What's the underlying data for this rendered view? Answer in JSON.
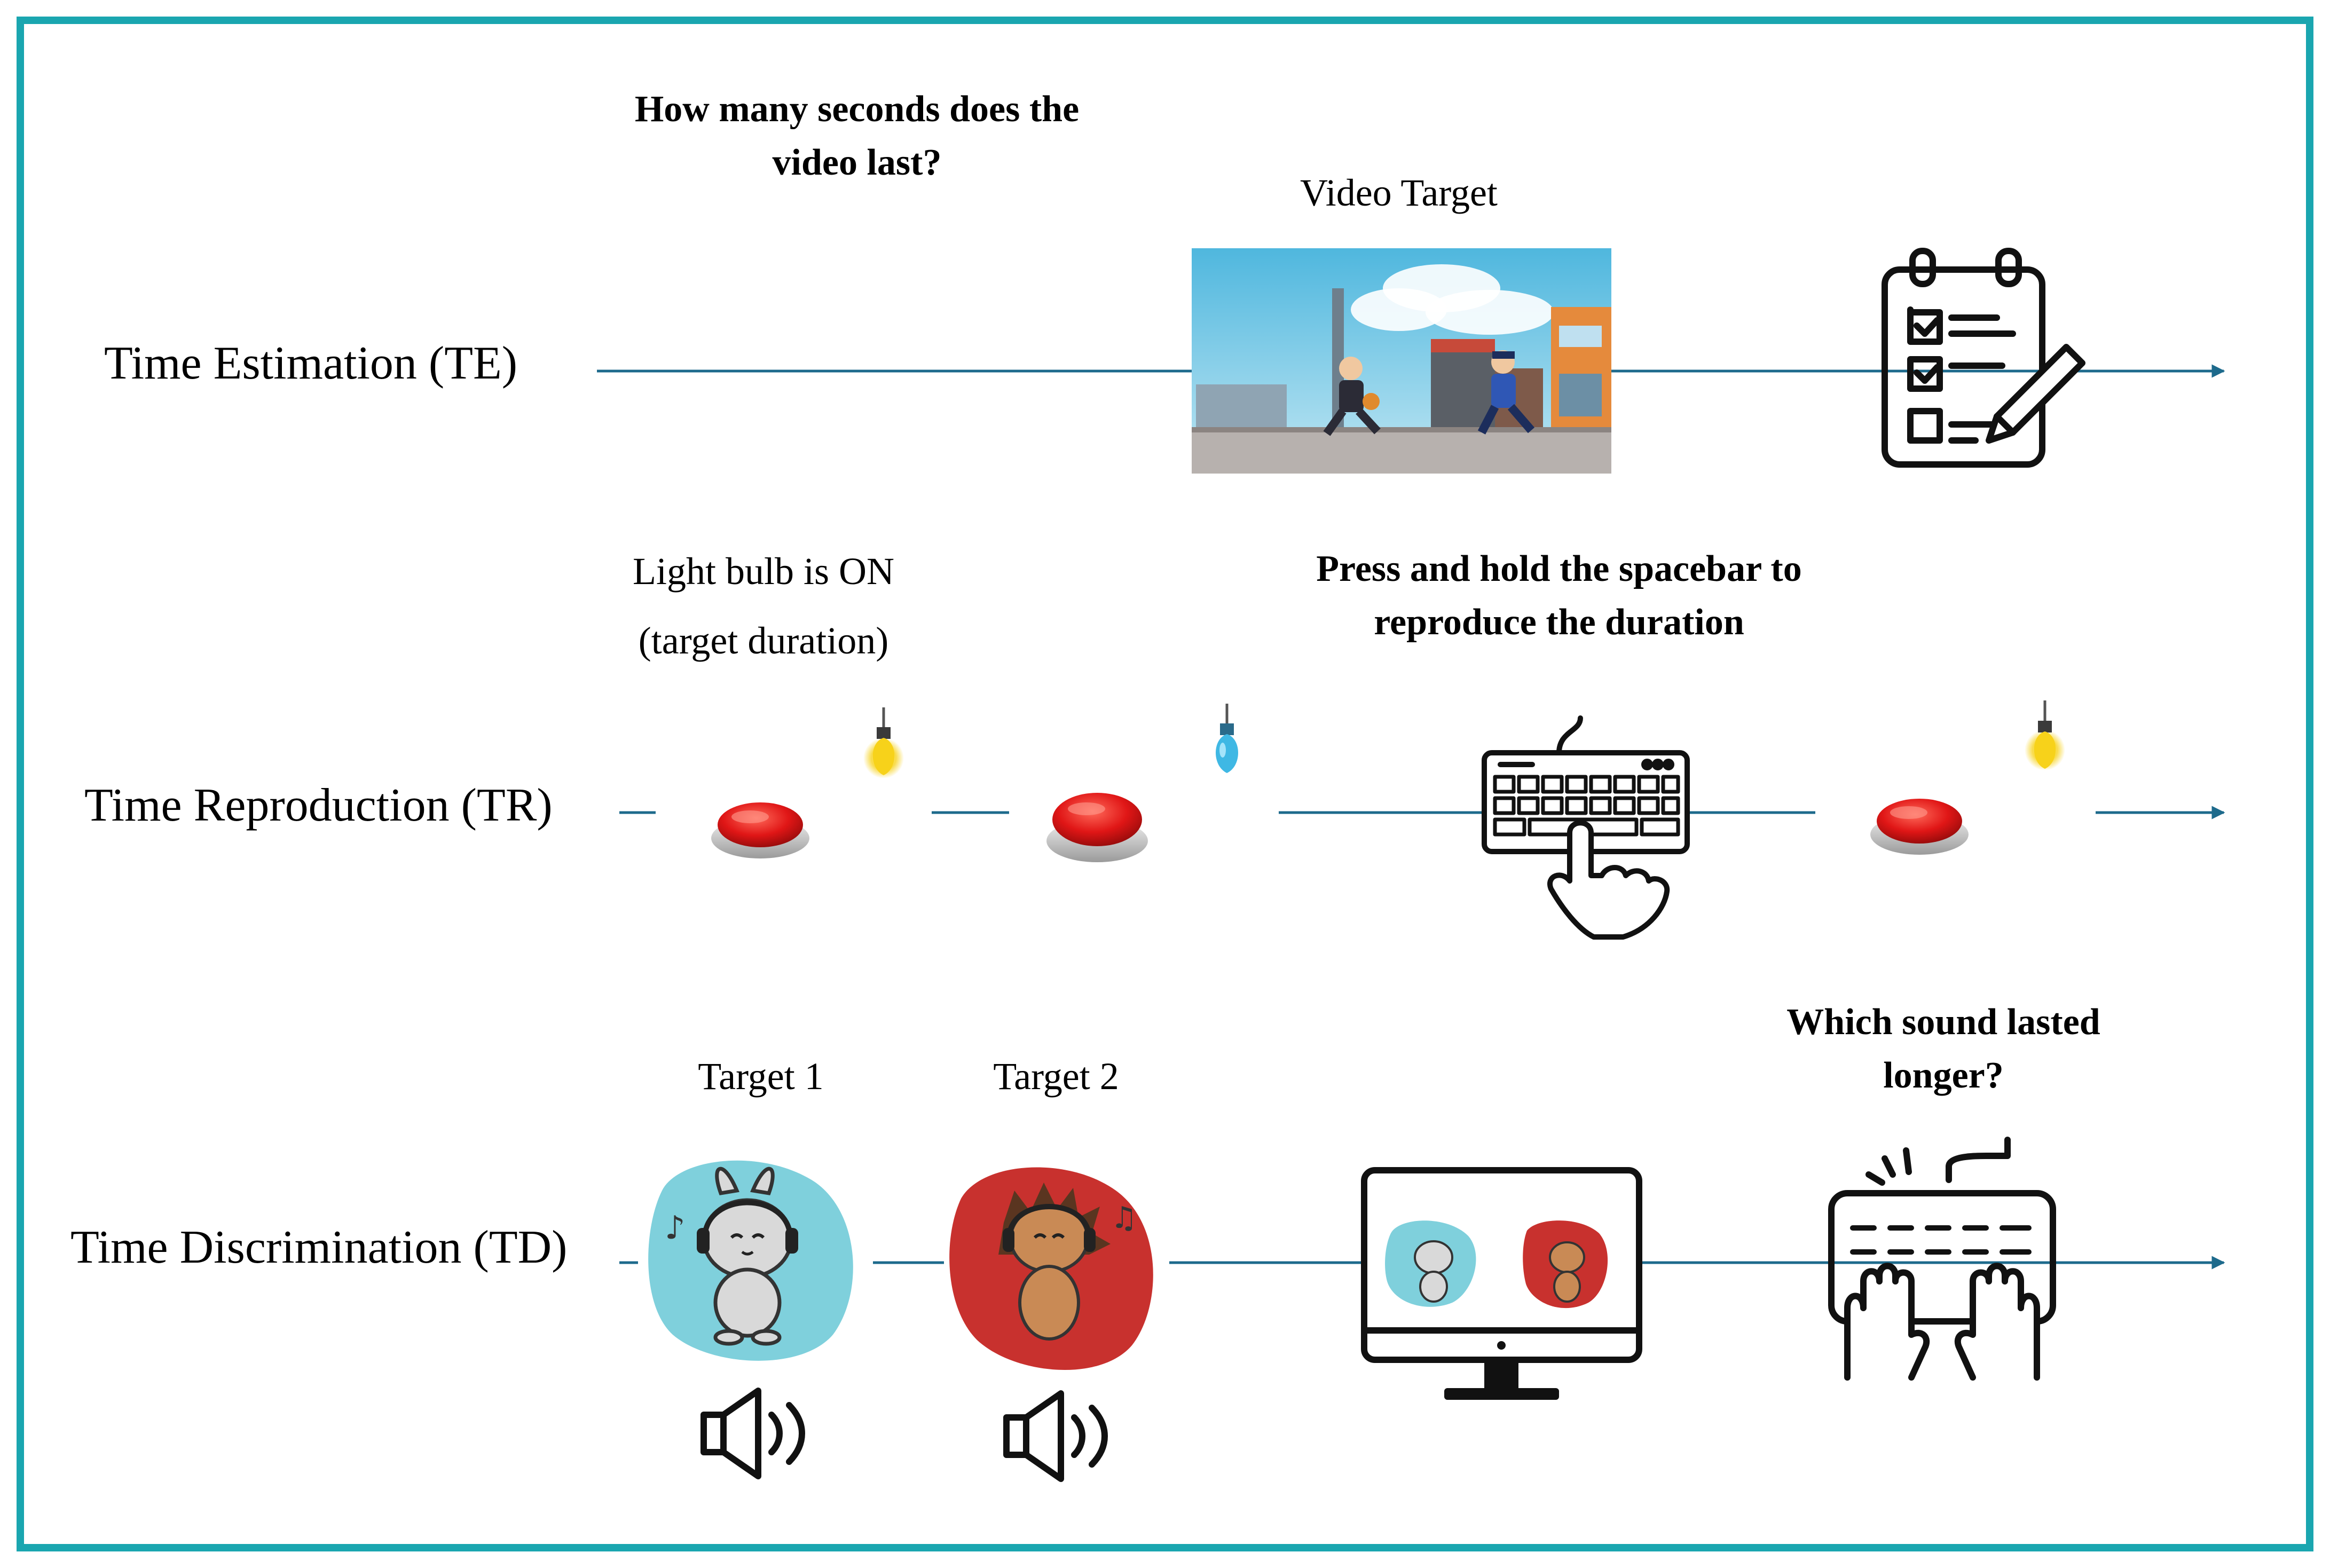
{
  "rows": {
    "te": {
      "title": "Time Estimation (TE)",
      "question": [
        "How many seconds does the",
        "video last?"
      ],
      "video_caption": "Video Target"
    },
    "tr": {
      "title": "Time Reproduction (TR)",
      "bulb_caption": [
        "Light bulb is ON",
        "(target duration)"
      ],
      "instruction": [
        "Press and hold the spacebar to",
        "reproduce the duration"
      ]
    },
    "td": {
      "title": "Time Discrimination (TD)",
      "target1": "Target 1",
      "target2": "Target 2",
      "question": [
        "Which sound lasted",
        "longer?"
      ]
    }
  },
  "colors": {
    "frame_border": "#1aa6b0",
    "timeline": "#1d6a8c",
    "button_red": "#e01616",
    "bulb_yellow": "#f7d21a",
    "bulb_blue": "#3fb8e4",
    "blob_teal": "#7fd0dc",
    "blob_red": "#c8312e"
  },
  "icons": [
    "video-still-icon",
    "clipboard-checklist-icon",
    "red-button-icon",
    "light-bulb-icon",
    "keyboard-hand-icon",
    "bunny-headphones-icon",
    "hedgehog-headphones-icon",
    "speaker-icon",
    "monitor-icon",
    "typing-keyboard-icon"
  ]
}
